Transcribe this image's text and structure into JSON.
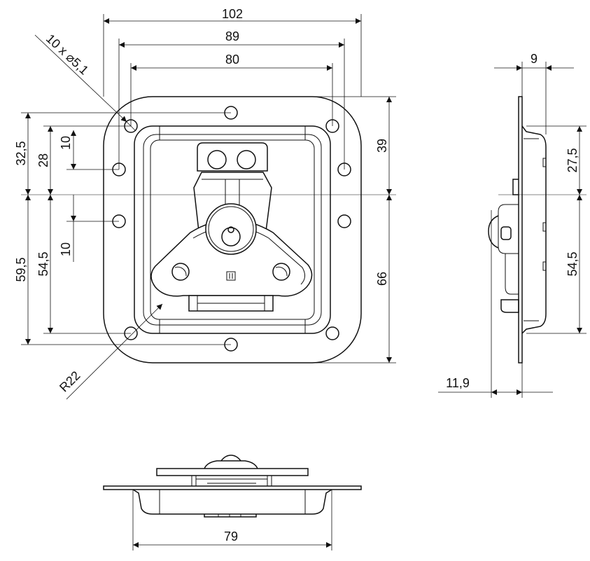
{
  "front_view": {
    "dim_overall_width": "102",
    "dim_outer_hole_spacing": "89",
    "dim_inner_hole_spacing": "80",
    "dim_upper_outer": "32,5",
    "dim_upper_inner": "28",
    "dim_upper_small": "10",
    "dim_lower_outer": "59,5",
    "dim_lower_inner": "54,5",
    "dim_lower_small": "10",
    "dim_right_upper": "39",
    "dim_right_lower": "66",
    "hole_callout": "10 x ⌀5,1",
    "radius_callout": "R22"
  },
  "side_view": {
    "dim_depth": "9",
    "dim_upper": "27,5",
    "dim_lower": "54,5",
    "dim_bottom": "11,9"
  },
  "bottom_view": {
    "dim_width": "79"
  }
}
